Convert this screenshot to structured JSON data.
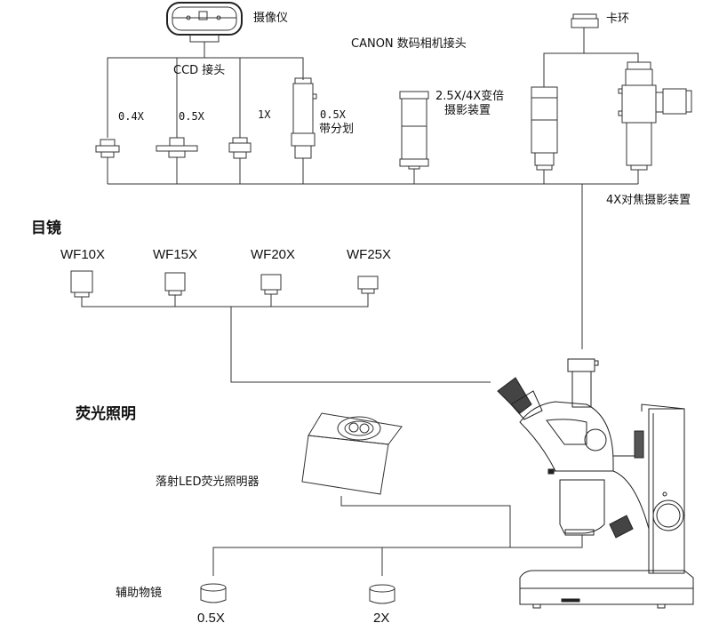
{
  "camera": {
    "label": "摄像仪",
    "ccd_label": "CCD 接头"
  },
  "canon_label": "CANON 数码相机接头",
  "ring_label": "卡环",
  "adapters": [
    {
      "label": "0.4X"
    },
    {
      "label": "0.5X"
    },
    {
      "label": "1X"
    },
    {
      "label": "0.5X",
      "sublabel": "带分划"
    }
  ],
  "zoom_photo": {
    "label": "2.5X/4X变倍",
    "sublabel": "摄影装置"
  },
  "focus_photo_label": "4X对焦摄影装置",
  "eyepieces": {
    "title": "目镜",
    "items": [
      "WF10X",
      "WF15X",
      "WF20X",
      "WF25X"
    ]
  },
  "fluorescence": {
    "title": "荧光照明",
    "device_label": "落射LED荧光照明器"
  },
  "aux_objectives": {
    "title": "辅助物镜",
    "items": [
      "0.5X",
      "2X"
    ]
  },
  "colors": {
    "line": "#333333",
    "text": "#111111"
  }
}
